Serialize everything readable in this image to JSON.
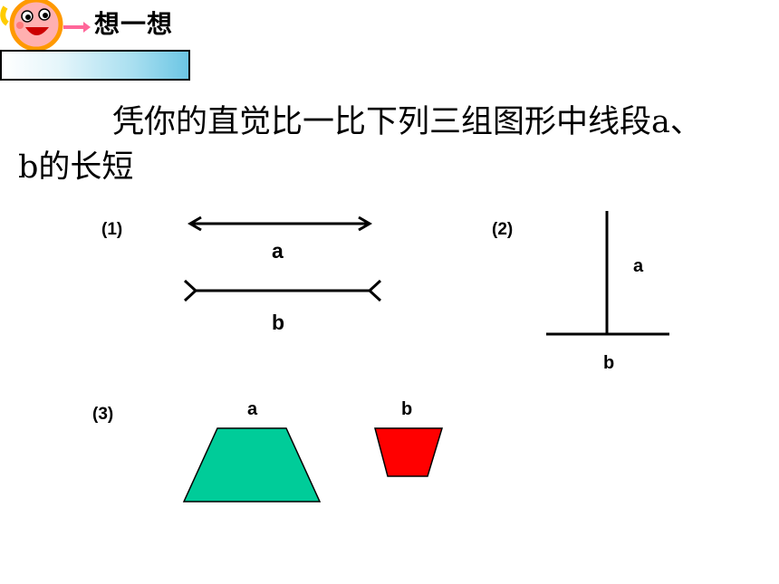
{
  "header": {
    "title": "想一想"
  },
  "instruction": {
    "line1": "凭你的直觉比一比下列三组图形中线段a、",
    "line2": "b的长短"
  },
  "groups": [
    {
      "number": "(1)",
      "label_a": "a",
      "label_b": "b"
    },
    {
      "number": "(2)",
      "label_a": "a",
      "label_b": "b"
    },
    {
      "number": "(3)",
      "label_a": "a",
      "label_b": "b"
    }
  ],
  "colors": {
    "trapezoid_a": "#00cc99",
    "trapezoid_b": "#ff0000"
  }
}
